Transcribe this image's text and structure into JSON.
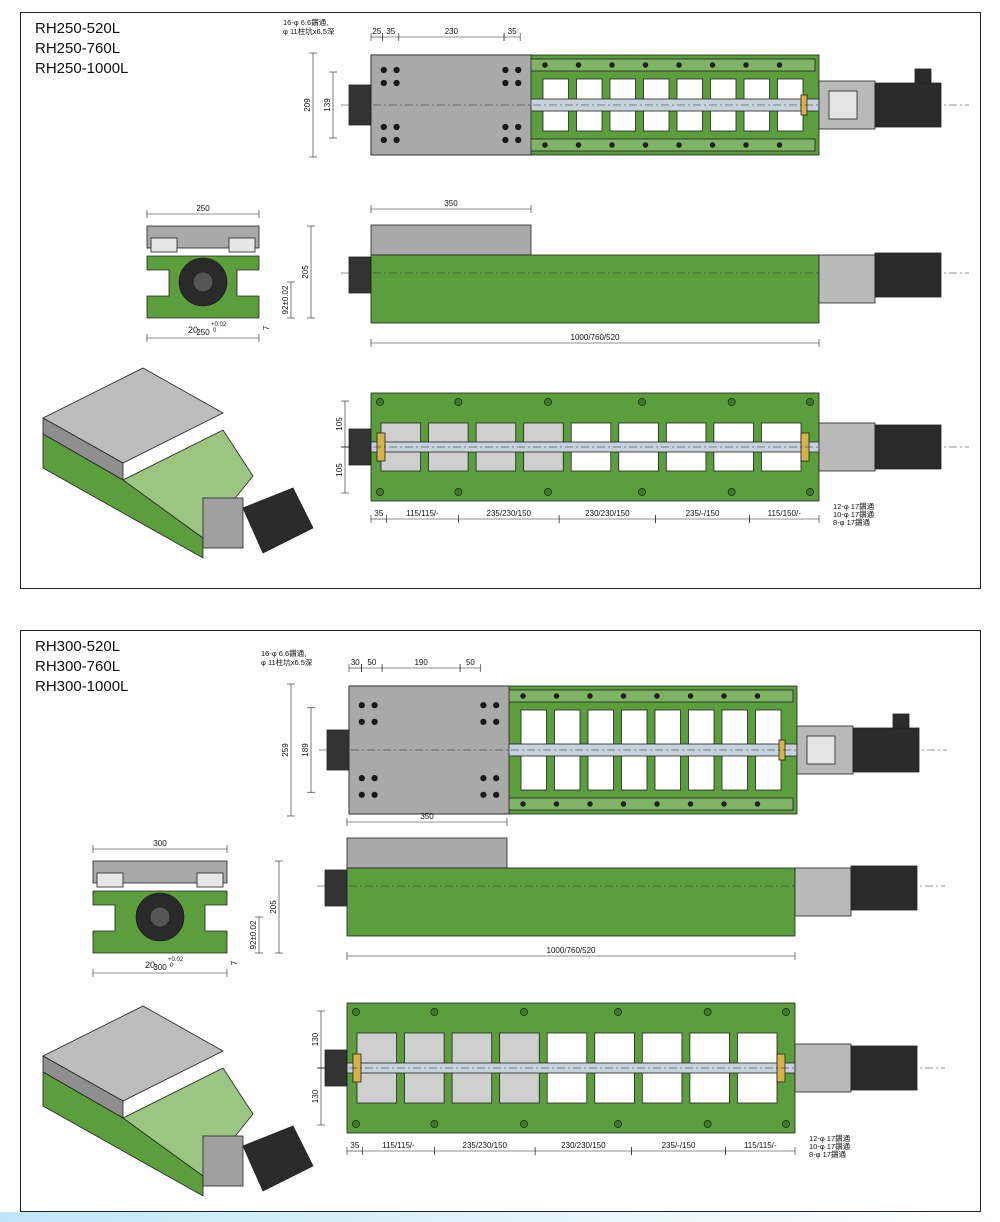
{
  "panels": [
    {
      "models": [
        "RH250-520L",
        "RH250-760L",
        "RH250-1000L"
      ],
      "top_view": {
        "hole_note_1": "16-φ 6.6鑽通,",
        "hole_note_2": "φ 11柱坑x6.5深",
        "dims_top": [
          "25",
          "35",
          "230",
          "35"
        ],
        "dim_left_outer": "209",
        "dim_left_inner": "139"
      },
      "end_view": {
        "width_top": "250",
        "height": "205",
        "center_height": "92±0.02",
        "slot_width": "20",
        "slot_tol_upper": "+0.02",
        "slot_tol_lower": "0",
        "slot_depth": "7",
        "width_bottom": "250"
      },
      "side_view": {
        "carriage_length": "350",
        "total_length": "1000/760/520"
      },
      "bottom_view": {
        "dim_upper": "105",
        "dim_lower": "105",
        "spacing": [
          "35",
          "115/115/-",
          "235/230/150",
          "230/230/150",
          "235/-/150",
          "115/150/-"
        ],
        "hole_notes": [
          "12-φ 17鑽通",
          "10-φ 17鑽通",
          "8-φ 17鑽通"
        ]
      }
    },
    {
      "models": [
        "RH300-520L",
        "RH300-760L",
        "RH300-1000L"
      ],
      "top_view": {
        "hole_note_1": "16-φ 6.6鑽通,",
        "hole_note_2": "φ 11柱坑x6.5深",
        "dims_top": [
          "30",
          "50",
          "190",
          "50"
        ],
        "dim_left_outer": "259",
        "dim_left_inner": "189"
      },
      "end_view": {
        "width_top": "300",
        "height": "205",
        "center_height": "92±0.02",
        "slot_width": "20",
        "slot_tol_upper": "+0.02",
        "slot_tol_lower": "0",
        "slot_depth": "7",
        "width_bottom": "300"
      },
      "side_view": {
        "carriage_length": "350",
        "total_length": "1000/760/520"
      },
      "bottom_view": {
        "dim_upper": "130",
        "dim_lower": "130",
        "spacing": [
          "35",
          "115/115/-",
          "235/230/150",
          "230/230/150",
          "235/-/150",
          "115/115/-"
        ],
        "hole_notes": [
          "12-φ 17鑽通",
          "10-φ 17鑽通",
          "8-φ 17鑽通"
        ]
      }
    }
  ],
  "colors": {
    "green": "#5c9e3e",
    "green_dark": "#3f7a2a",
    "gray_plate": "#a9a9a9",
    "gray_dark": "#6e6e6e",
    "motor": "#2b2b2b",
    "screw": "#c7d3dc",
    "brass": "#d6b24a"
  }
}
